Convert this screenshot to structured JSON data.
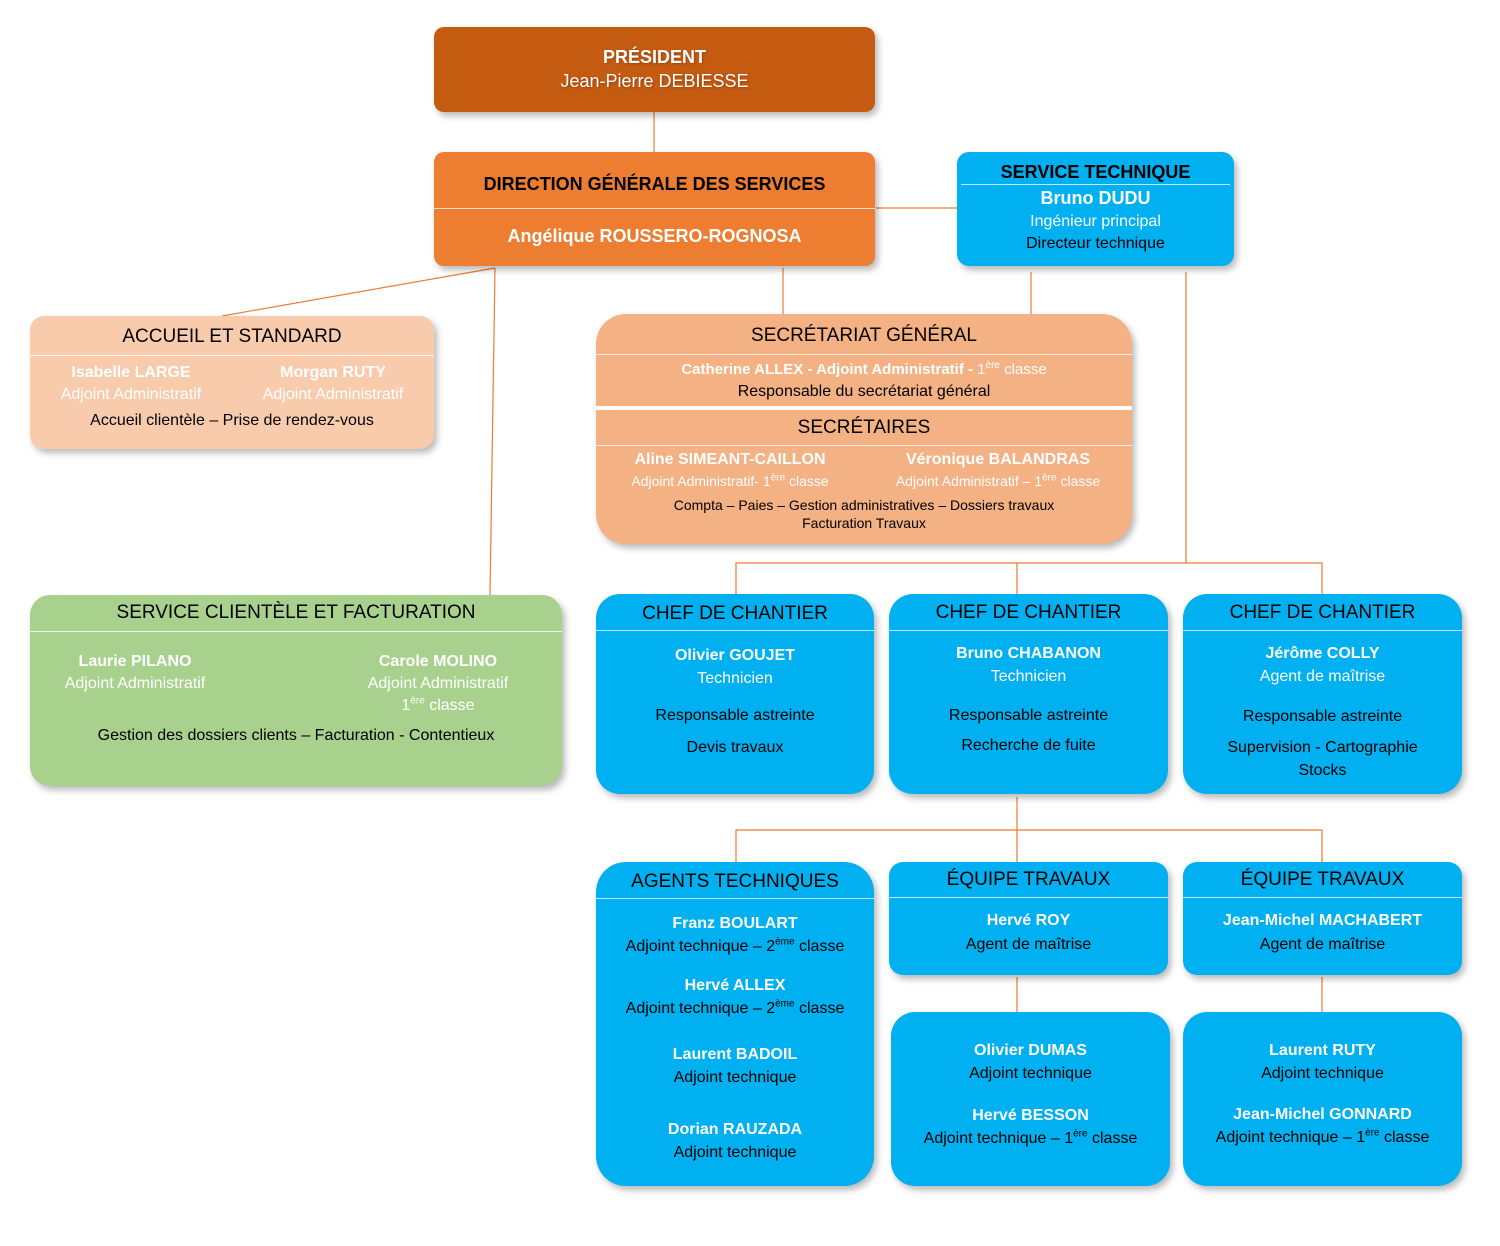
{
  "president": {
    "title": "PRÉSIDENT",
    "name": "Jean-Pierre DEBIESSE"
  },
  "dgs": {
    "title": "DIRECTION GÉNÉRALE DES SERVICES",
    "name": "Angélique ROUSSERO-ROGNOSA"
  },
  "service_technique": {
    "title": "SERVICE TECHNIQUE",
    "name": "Bruno DUDU",
    "role1": "Ingénieur principal",
    "role2": "Directeur technique"
  },
  "accueil": {
    "title": "ACCUEIL ET STANDARD",
    "people": [
      {
        "name": "Isabelle LARGE",
        "role": "Adjoint Administratif"
      },
      {
        "name": "Morgan RUTY",
        "role": "Adjoint Administratif"
      }
    ],
    "task": "Accueil clientèle – Prise de rendez-vous"
  },
  "secretariat": {
    "title": "SECRÉTARIAT GÉNÉRAL",
    "lead_name": "Catherine ALLEX - Adjoint Administratif -",
    "lead_grade_num": "1",
    "lead_grade_sup": "ère",
    "lead_grade_rest": "classe",
    "lead_role": "Responsable du secrétariat général",
    "secretaires_title": "SECRÉTAIRES",
    "people": [
      {
        "name": "Aline SIMEANT-CAILLON",
        "role": "Adjoint Administratif- 1",
        "sup": "ère",
        "rest": "classe"
      },
      {
        "name": "Véronique BALANDRAS",
        "role": "Adjoint Administratif – 1",
        "sup": "ère",
        "rest": "classe"
      }
    ],
    "tasks1": "Compta – Paies – Gestion administratives – Dossiers travaux",
    "tasks2": "Facturation Travaux"
  },
  "clientele": {
    "title": "SERVICE CLIENTÈLE ET FACTURATION",
    "p1_name": "Laurie PILANO",
    "p1_role": "Adjoint Administratif",
    "p2_name": "Carole MOLINO",
    "p2_role": "Adjoint Administratif",
    "p2_num": "1",
    "p2_sup": "ère",
    "p2_rest": "classe",
    "task": "Gestion des dossiers clients – Facturation - Contentieux"
  },
  "chefs": [
    {
      "title": "CHEF DE CHANTIER",
      "name": "Olivier GOUJET",
      "role": "Technicien",
      "line1": "Responsable astreinte",
      "line2": "Devis travaux",
      "line3": ""
    },
    {
      "title": "CHEF DE CHANTIER",
      "name": "Bruno CHABANON",
      "role": "Technicien",
      "line1": "Responsable astreinte",
      "line2": "Recherche de fuite",
      "line3": ""
    },
    {
      "title": "CHEF DE CHANTIER",
      "name": "Jérôme COLLY",
      "role": "Agent de maîtrise",
      "line1": "Responsable astreinte",
      "line2": "Supervision - Cartographie",
      "line3": "Stocks"
    }
  ],
  "agents": {
    "title": "AGENTS TECHNIQUES",
    "people": [
      {
        "name": "Franz BOULART",
        "role": "Adjoint technique – 2",
        "sup": "ème",
        "rest": "classe"
      },
      {
        "name": "Hervé ALLEX",
        "role": "Adjoint technique – 2",
        "sup": "ème",
        "rest": "classe"
      },
      {
        "name": "Laurent BADOIL",
        "role": "Adjoint technique"
      },
      {
        "name": "Dorian RAUZADA",
        "role": "Adjoint technique"
      }
    ]
  },
  "equipes": [
    {
      "title": "ÉQUIPE TRAVAUX",
      "name": "Hervé ROY",
      "role": "Agent de maîtrise",
      "members": [
        {
          "name": "Olivier DUMAS",
          "role": "Adjoint technique"
        },
        {
          "name": "Hervé BESSON",
          "role": "Adjoint technique – 1",
          "sup": "ère",
          "rest": "classe"
        }
      ]
    },
    {
      "title": "ÉQUIPE TRAVAUX",
      "name": "Jean-Michel MACHABERT",
      "role": "Agent de maîtrise",
      "members": [
        {
          "name": "Laurent RUTY",
          "role": "Adjoint technique"
        },
        {
          "name": "Jean-Michel GONNARD",
          "role": "Adjoint technique – 1",
          "sup": "ère",
          "rest": "classe"
        }
      ]
    }
  ],
  "colors": {
    "president": "#c55a11",
    "dgs": "#ed7d31",
    "accueil": "#f8cbad",
    "secretariat": "#f4b183",
    "clientele": "#a9d18e",
    "technique": "#00b0f0",
    "connector": "#ed7d31"
  }
}
